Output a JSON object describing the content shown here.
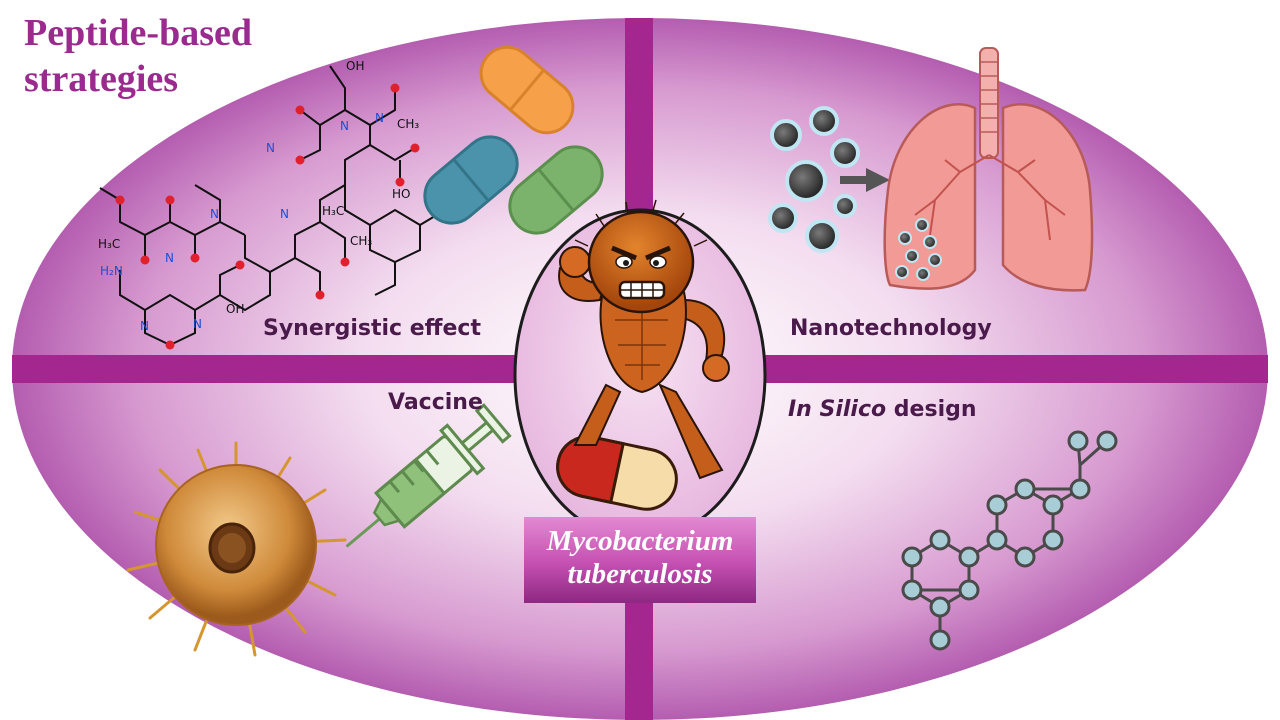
{
  "title": {
    "line1": "Peptide-based",
    "line2": "strategies"
  },
  "quadrants": {
    "top_left": "Synergistic effect",
    "top_right": "Nanotechnology",
    "bottom_left": "Vaccine",
    "bottom_right_italic": "In Silico",
    "bottom_right_rest": " design"
  },
  "center": {
    "line1": "Mycobacterium",
    "line2": "tuberculosis"
  },
  "molecule_atoms": {
    "oh1": "OH",
    "ch3a": "CH₃",
    "h3c_a": "H₃C",
    "h2n": "H₂N",
    "oh2": "OH",
    "ho": "HO",
    "h3c_b": "H₃C",
    "ch3b": "CH₃",
    "n1": "N",
    "n2": "N",
    "n3": "N",
    "n4": "N",
    "n5": "N",
    "n6": "N",
    "n7": "N",
    "n8": "N"
  },
  "colors": {
    "title": "#9b2a8f",
    "band": "#a3278f",
    "ellipse_edge": "#b35ab0",
    "label": "#4a1a4a",
    "pill_orange": "#f6a14a",
    "pill_teal": "#4a93ab",
    "pill_green": "#7cb36c",
    "lung": "#f19a96",
    "node": "#a8cdd6"
  }
}
